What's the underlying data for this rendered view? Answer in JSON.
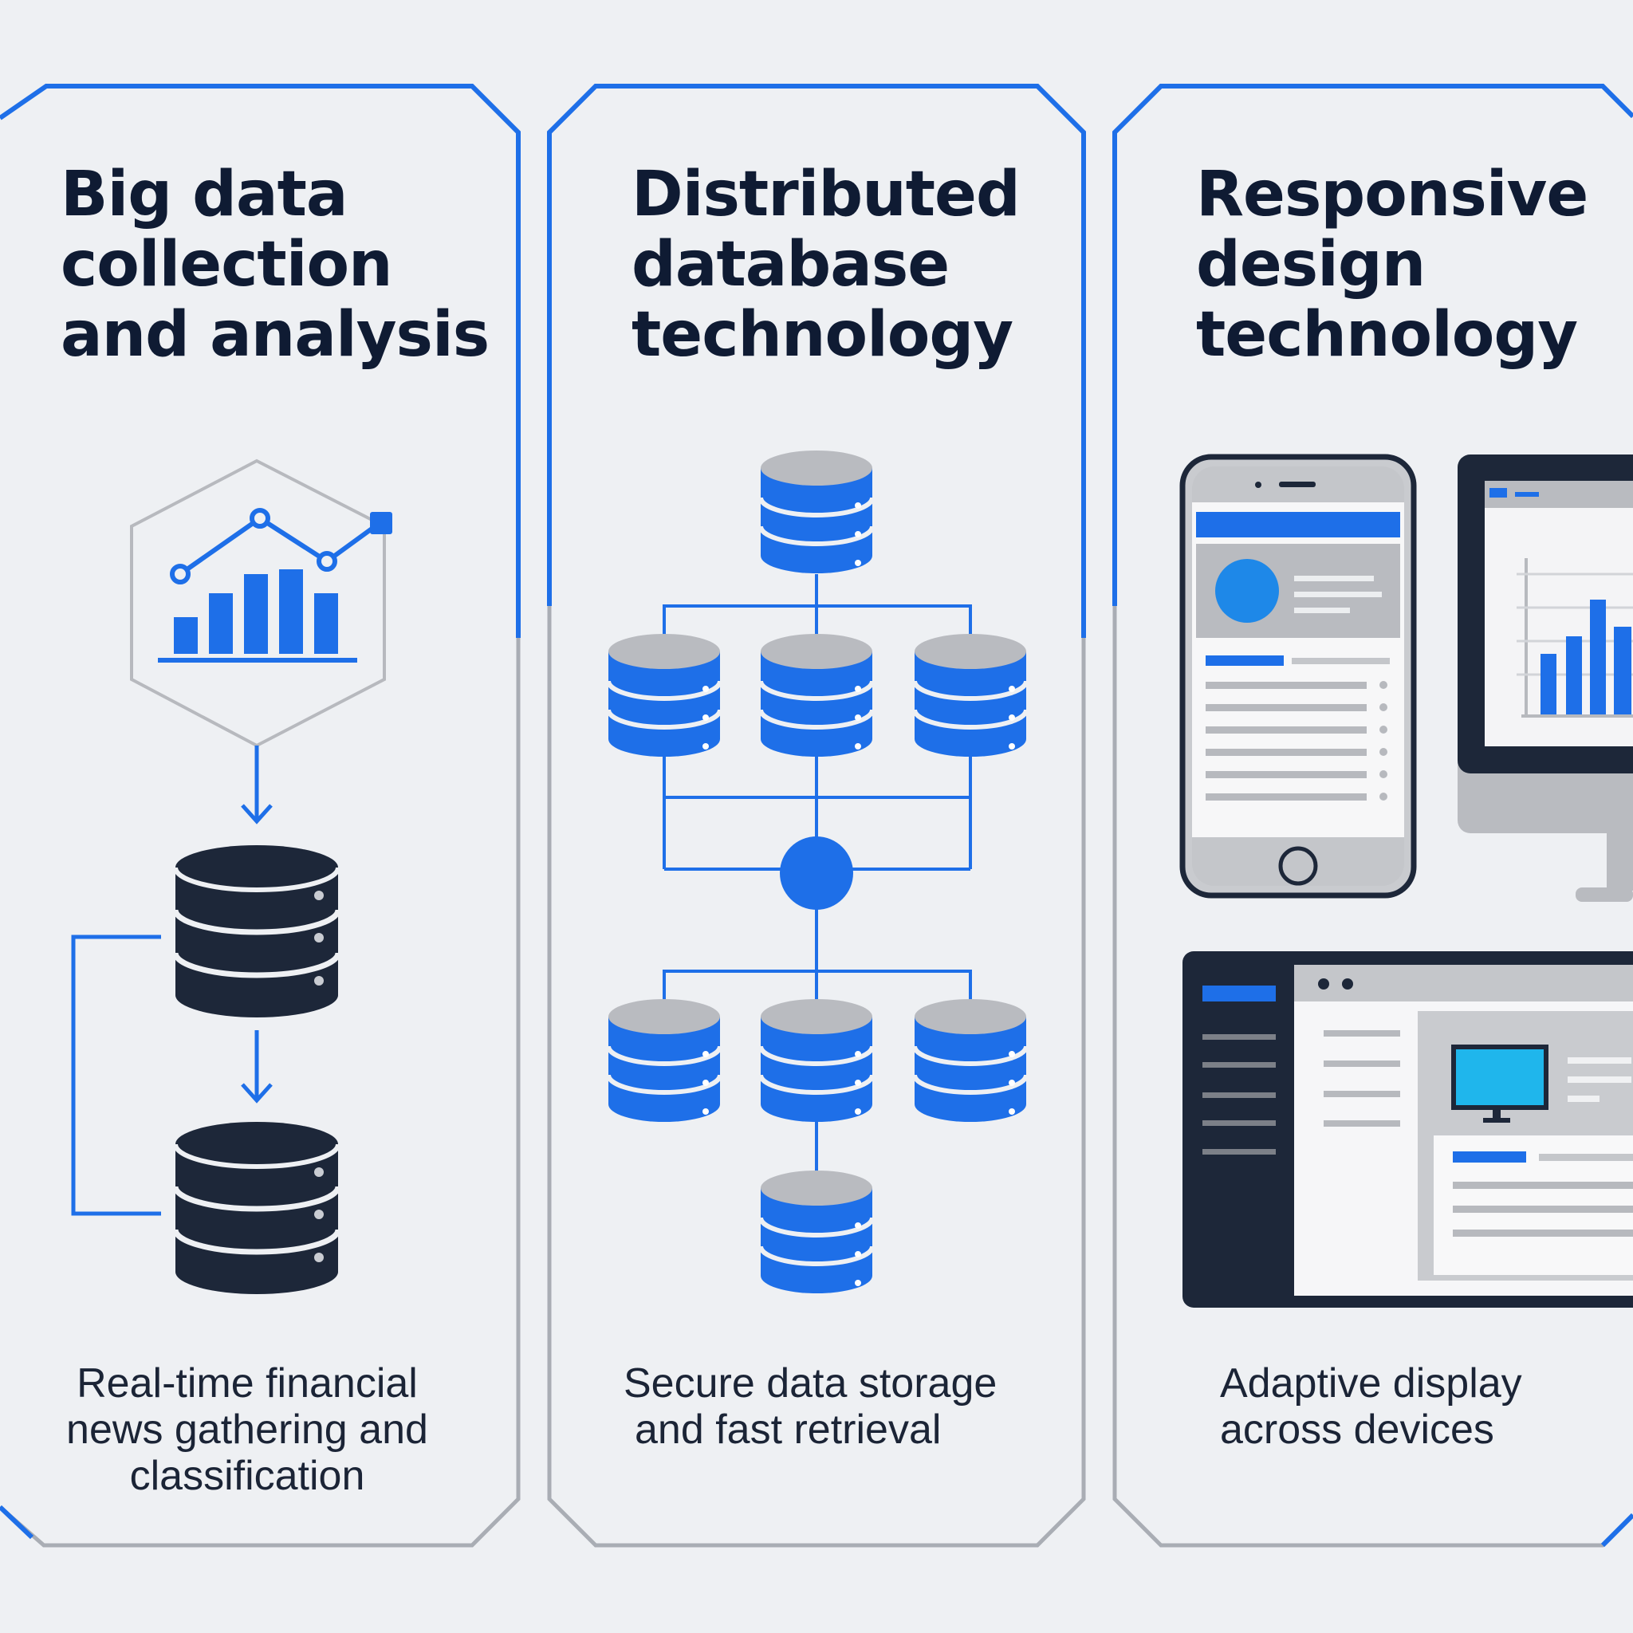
{
  "colors": {
    "accent": "#1e6fe8",
    "dark": "#1d2739",
    "gray": "#b7b9be",
    "frame": "#a9adb4",
    "background": "#eef0f3"
  },
  "panels": [
    {
      "title_lines": [
        "Big data",
        "collection",
        "and analysis"
      ],
      "caption_lines": [
        "Real-time financial",
        "news gathering and",
        "classification"
      ],
      "icons": [
        "analytics-hexagon-icon",
        "database-icon"
      ]
    },
    {
      "title_lines": [
        "Distributed",
        "database",
        "technology"
      ],
      "caption_lines": [
        "Secure data storage",
        "and fast retrieval"
      ],
      "icons": [
        "database-icon",
        "network-node-icon"
      ]
    },
    {
      "title_lines": [
        "Responsive",
        "design",
        "technology"
      ],
      "caption_lines": [
        "Adaptive display",
        "across devices"
      ],
      "icons": [
        "smartphone-icon",
        "desktop-monitor-icon",
        "laptop-icon"
      ]
    }
  ]
}
